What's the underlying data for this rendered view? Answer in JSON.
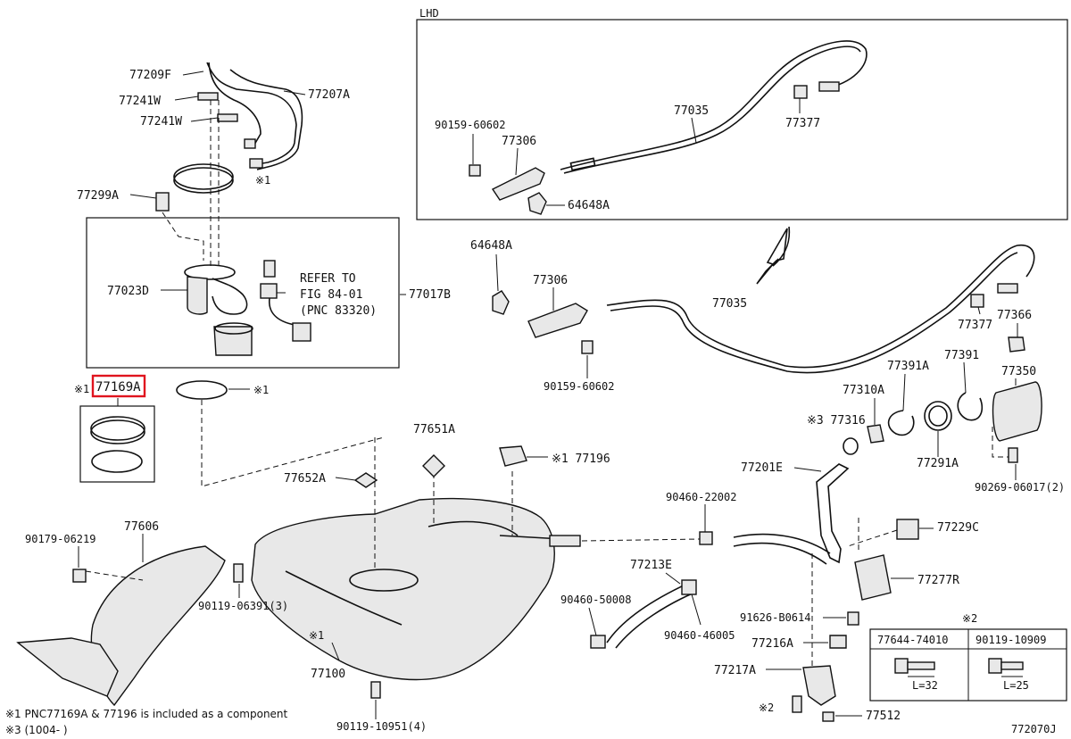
{
  "labels": {
    "lhd": "LHD",
    "p77209F": "77209F",
    "p77241W_a": "77241W",
    "p77241W_b": "77241W",
    "p77207A": "77207A",
    "p77299A": "77299A",
    "mark_a": "※1",
    "p77023D": "77023D",
    "refer_1": "REFER TO",
    "refer_2": "FIG 84-01",
    "refer_3": "(PNC 83320)",
    "p77017B": "77017B",
    "mark_b": "※1",
    "p77169A": "77169A",
    "mark_c": "※1",
    "p90159_top": "90159-60602",
    "p77306_top": "77306",
    "p77035_top": "77035",
    "p77377_top": "77377",
    "p64648A_top": "64648A",
    "p64648A": "64648A",
    "p77306": "77306",
    "p77035": "77035",
    "p90159": "90159-60602",
    "p77377": "77377",
    "p77366": "77366",
    "p77391A": "77391A",
    "p77391": "77391",
    "p77350": "77350",
    "p77310A": "77310A",
    "p77316": "※3 77316",
    "p77291A": "77291A",
    "p90269": "90269-06017(2)",
    "p77651A": "77651A",
    "p77196": "※1 77196",
    "p77652A": "77652A",
    "p77201E": "77201E",
    "p90460_22002": "90460-22002",
    "p77229C": "77229C",
    "p77606": "77606",
    "p90179": "90179-06219",
    "p90119_06391": "90119-06391(3)",
    "p77213E": "77213E",
    "p77277R": "77277R",
    "p90460_50008": "90460-50008",
    "p91626": "91626-B0614",
    "p90460_46005": "90460-46005",
    "p77216A": "77216A",
    "mark_d": "※1",
    "p77100": "77100",
    "p77217A": "77217A",
    "mark_e": "※2",
    "p77512": "77512",
    "p90119_10951": "90119-10951(4)",
    "mark_f": "※2",
    "table_col1": "77644-74010",
    "table_col2": "90119-10909",
    "len1": "L=32",
    "len2": "L=25",
    "note1": "※1 PNC77169A & 77196 is included as a component",
    "note2": "※3 (1004-      )",
    "fig_id": "772070J"
  },
  "highlight": {
    "part": "77169A",
    "color": "#e0141e"
  },
  "colors": {
    "ink": "#111111",
    "highlight": "#e0141e",
    "background": "#ffffff"
  }
}
